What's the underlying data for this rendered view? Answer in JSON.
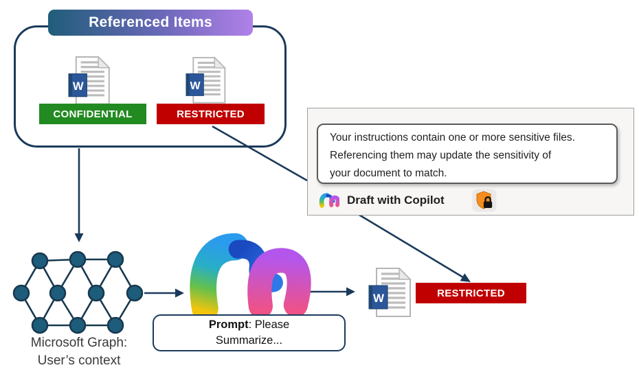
{
  "header": {
    "title": "Referenced Items",
    "gradient_left": "#205d7a",
    "gradient_right": "#b181e9"
  },
  "referenced_items": [
    {
      "type": "word-document",
      "label": "CONFIDENTIAL",
      "label_color": "#218a21"
    },
    {
      "type": "word-document",
      "label": "RESTRICTED",
      "label_color": "#c00000"
    }
  ],
  "tooltip": {
    "message_lines": [
      "Your instructions contain one or more sensitive files.",
      "Referencing them may update the sensitivity of",
      "your document to match."
    ],
    "footer": {
      "label": "Draft with Copilot",
      "icons": [
        "copilot-icon",
        "sensitivity-shield-lock-icon"
      ]
    }
  },
  "microsoft_graph": {
    "caption_line1": "Microsoft Graph:",
    "caption_line2": "User’s context"
  },
  "prompt": {
    "label_bold": "Prompt",
    "text_after": ": Please",
    "line2": "Summarize..."
  },
  "output": {
    "type": "word-document",
    "label": "RESTRICTED",
    "label_color": "#c00000"
  },
  "colors": {
    "connector_navy": "#1b3a5a",
    "word_blue": "#2b579a",
    "graph_node_teal": "#1d5c7a",
    "restricted_red": "#c00000",
    "confidential_green": "#218a21",
    "shield_orange": "#f68c1e"
  }
}
